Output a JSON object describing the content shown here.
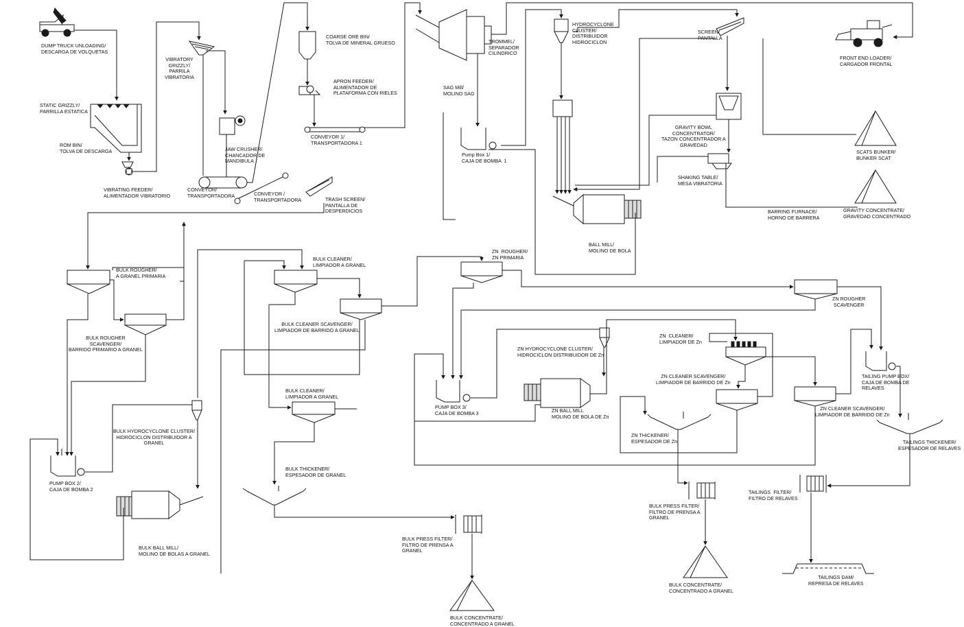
{
  "diagram": {
    "labels": {
      "dump_truck": "DUMP TRUCK UNLOADING/\nDESCARGA DE VOLQUETAS",
      "static_grizzly": "STATIC GRIZZLY/\nPARRILLA ESTATICA",
      "rom_bin": "ROM BIN/\nTOLVA DE DESCARGA",
      "vibrating_feeder": "VIBRATING FEEDER/\nALIMENTADOR VIBRATORIO",
      "vibratory_grizzly": "VIBRATORY\nGRIZZLY/\nPARRILA\nVIBRATORIA",
      "jaw_crusher": "JAW CRUSHER/\nCHANCADOR DE\nMANDIBULA",
      "conveyor_a": "CONVEYOR/\nTRANSPORTADORA",
      "conveyor_b": "CONVEYOR /\nTRANSPORTADORA",
      "coarse_ore_bin": "COARSE ORE BIN/\nTOLVA DE MINERAL GRUESO",
      "apron_feeder": "APRON FEEDER/\nALIMENTADOR DE\nPLATAFORMA CON RIELES",
      "conveyor_1": "CONVEYOR 1/\nTRANSPORTADORA 1",
      "sag_mill": "SAG Mill/\nMOLINO SAG",
      "trommel": "TROMMEL/\nSEPARADOR\nCILINDRICO",
      "hydrocyclone": "HYDROCYCLONE\nCLUSTER/\nDISTRIBUIDOR\nHIDROCICLON",
      "pump_box_1": "Pump Box 1/\nCAJA DE BOMBA  1",
      "trash_screen": "TRASH SCREEN/\nPANTALLA DE\nDESPERDICIOS",
      "screen": "SCREEN/\nPANTALLA",
      "front_end_loader": "FRONT END LOADER/\nCARGADOR FRONTAL",
      "gravity_bowl": "GRAVITY BOWL\nCONCENTRATOR/\nTAZON CONCENTRADOR A\nGRAVEDAD",
      "scats_bunker": "SCATS BUNKER/\nBUNKER SCAT",
      "shaking_table": "SHAKING TABLE/\nMESA VIBRATORIA",
      "barring_furnace": "BARRING FURNACE/\nHORNO DE BARRERA",
      "gravity_concentrate": "GRAVITY CONCENTRATE/\nGRAVEDAD CONCENTRADO",
      "ball_mill": "BALL MILL/\nMOLINO DE BOLA",
      "bulk_rougher": "BULK ROUGHER/\nA GRANEL PRIMARIA",
      "bulk_rougher_scavenger": "BULK ROUGHER\nSCAVENGER/\nBARRIDO PRIMARIO A GRANEL",
      "bulk_cleaner_top": "BULK CLEANER/\nLIMPIADOR A GRANEL",
      "bulk_cleaner_scavenger": "BULK CLEANER SCAVENGER/\nLIMPIADOR DE BARRIDO A GRANEL",
      "bulk_cleaner_mid": "BULK CLEANER/\nLIMPIADOR A GRANEL",
      "bulk_hydrocyclone": "BULK HYDROCYCLONE CLUSTER/\nHIDROCICLON DISTRIBUIDOR A\nGRANEL",
      "pump_box_2": "PUMP BOX 2/\nCAJA DE BOMBA 2",
      "bulk_ball_mill": "BULK BALL MILL/\nMOLINO DE BOLAS A GRANEL",
      "bulk_thickener": "BULK THICKENER/\nESPESADOR DE GRANEL",
      "bulk_press_filter_left": "BULK PRESS FILTER/\nFILTRO DE PRENSA A\nGRANEL",
      "bulk_concentrate_left": "BULK CONCENTRATE/\nCONCENTRADO A GRANEL",
      "zn_rougher": "ZN  ROUGHER/\nZN PRIMARIA",
      "zn_rougher_scavenger": "ZN ROUGHER\nSCAVENGER",
      "zn_hydrocyclone": "ZN HYDROCYCLONE CLUSTER/\nHIDROCICLON DISTRIBUIDOR DE Zn",
      "pump_box_3": "PUMP BOX 3/\nCAJA DE BOMBA 3",
      "zn_ball_mill": "ZN BALL MILL\nMOLINO DE BOLA DE Zn",
      "zn_cleaner": "ZN  CLEANER/\nLIMPIADOR DE Zn",
      "zn_cleaner_scavenger_a": "ZN CLEANER SCAVENGER/\nLIMPIADOR DE BARRIDO DE Zn",
      "zn_cleaner_scavenger_b": "ZN CLEANER SCAVENGER/\nLIMPIADOR DE BARRIDO DE Zn",
      "zn_thickener": "ZN THICKENER/\nESPESADOR DE Zn",
      "tailing_pump_box": "TAILING PUMP BOX/\nCAJA DE BOMBA DE\nRELAVES",
      "tailings_thickener": "TAILINGS THICKENER/\nESPESADOR DE RELAVES",
      "bulk_press_filter_right": "BULK PRESS FILTER/\nFILTRO DE PRENSA A\nGRANEL",
      "tailings_filter": "TAILINGS  FILTER/\nFILTRO DE RELAVES",
      "bulk_concentrate_right": "BULK CONCENTRATE/\nCONCENTRADO A GRANEL",
      "tailings_dam": "TAILINGS DAM/\nREPRESA DE RELAVES"
    }
  }
}
